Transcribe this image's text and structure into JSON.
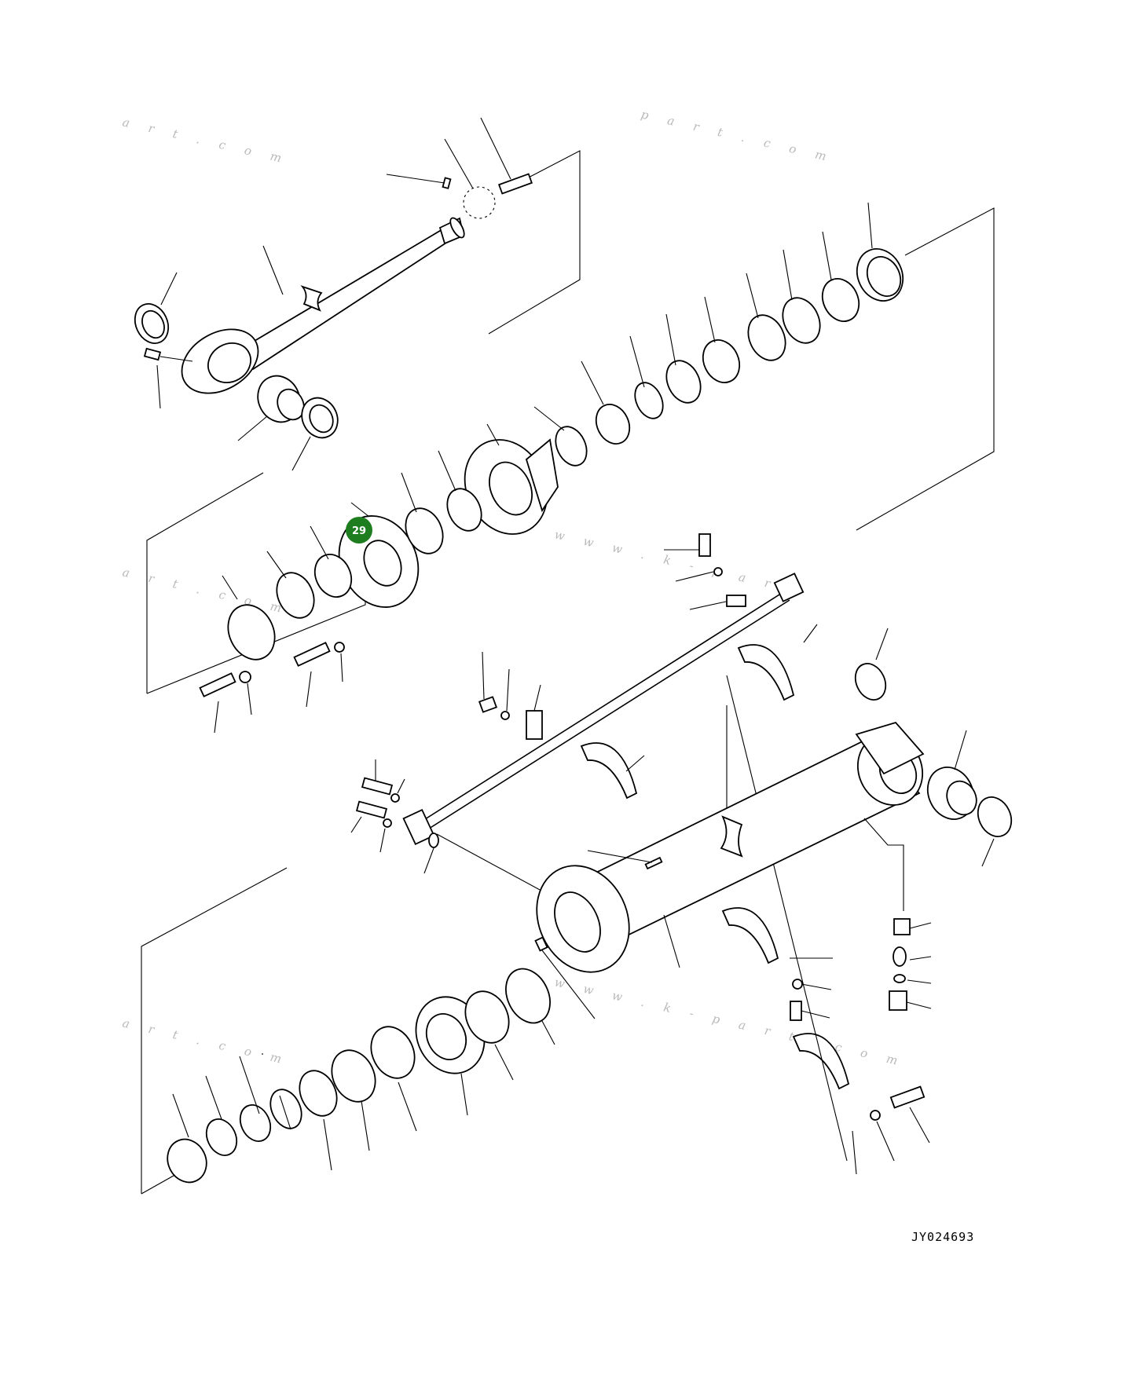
{
  "diagram": {
    "drawing_code": "JY024693",
    "highlight": {
      "label": "29",
      "color": "#1e7d1e"
    },
    "watermarks": [
      "a r t . c o m",
      "p a r t . c o m",
      "a r t . c o m",
      "w w w . k - p a r t",
      "a r t . c o m",
      "w w w . k - p a r t . c o m"
    ]
  }
}
